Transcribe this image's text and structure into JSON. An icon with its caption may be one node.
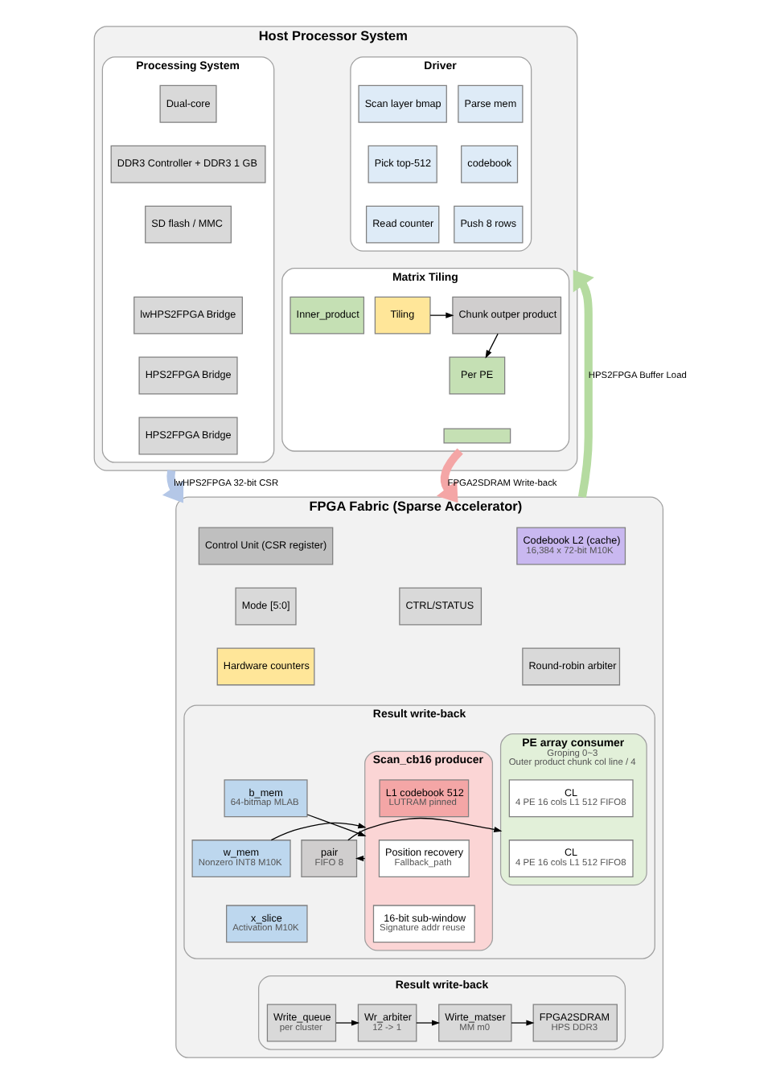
{
  "diagram": {
    "nodes": [
      {
        "text": [
          "Host Processor System"
        ]
      },
      {
        "text": [
          "Processing System"
        ],
        "in": 0
      },
      {
        "text": [
          "Dual-core"
        ],
        "in": 1
      },
      {
        "text": [
          "DDR3 Controller + DDR3 1 GB"
        ],
        "in": 1
      },
      {
        "text": [
          "SD flash / MMC"
        ],
        "in": 1
      },
      {
        "text": [
          "lwHPS2FPGA Bridge"
        ],
        "in": 1
      },
      {
        "text": [
          "HPS2FPGA Bridge"
        ],
        "in": 1
      },
      {
        "text": [
          "HPS2FPGA Bridge"
        ],
        "in": 1
      },
      {
        "text": [
          "Driver"
        ],
        "in": 0
      },
      {
        "text": [
          "Parse mem"
        ],
        "in": 8
      },
      {
        "text": [
          "Scan layer bmap"
        ],
        "in": 8
      },
      {
        "text": [
          "codebook"
        ],
        "in": 8
      },
      {
        "text": [
          "Pick top-512"
        ],
        "in": 8
      },
      {
        "text": [
          "Push 8 rows"
        ],
        "in": 8
      },
      {
        "text": [
          "Read counter"
        ],
        "in": 8
      },
      {
        "text": [
          "Matrix Tiling"
        ],
        "in": 0
      },
      {
        "text": [
          "Tiling"
        ],
        "in": 15
      },
      {
        "text": [
          "Chunk outper product"
        ],
        "in": 15
      },
      {
        "text": [
          "Inner_product"
        ],
        "in": 15
      },
      {
        "text": [
          "Per PE"
        ],
        "in": 15
      },
      {
        "text": [],
        "shape": "box",
        "in": 15
      },
      {
        "text": [
          "FPGA Fabric (Sparse Accelerator)"
        ]
      },
      {
        "text": [
          "Control Unit (CSR register)"
        ],
        "in": 21
      },
      {
        "text": [
          "Mode [5:0]"
        ],
        "in": 21
      },
      {
        "text": [
          "CTRL/STATUS"
        ],
        "in": 21
      },
      {
        "text": [
          "Hardware counters"
        ],
        "in": 21
      },
      {
        "text": [
          "Codebook L2 (cache)",
          "16,384 x 72-bit M10K"
        ],
        "in": 21
      },
      {
        "text": [
          "Round-robin arbiter"
        ],
        "in": 21
      },
      {
        "text": [
          "Result write-back"
        ],
        "in": 21
      },
      {
        "text": [
          "b_mem",
          "64-bitmap MLAB"
        ],
        "in": 28
      },
      {
        "text": [
          "w_mem",
          "Nonzero INT8 M10K"
        ],
        "in": 28
      },
      {
        "text": [
          "x_slice",
          "Activation M10K"
        ],
        "in": 28
      },
      {
        "text": [
          "Scan_cb16 producer"
        ],
        "in": 28
      },
      {
        "text": [
          "L1 codebook 512",
          "LUTRAM pinned"
        ],
        "in": 32
      },
      {
        "text": [
          "Position recovery",
          "Fallback_path"
        ],
        "in": 32
      },
      {
        "text": [
          "16-bit sub-window",
          "Signature addr reuse"
        ],
        "in": 32
      },
      {
        "text": [
          "pair",
          "FIFO 8"
        ],
        "in": 28
      },
      {
        "text": [
          "PE array consumer",
          "Groping 0~3",
          "Outer product chunk col line / 4"
        ],
        "in": 28
      },
      {
        "text": [
          "CL",
          "4 PE 16 cols L1 512 FIFO8"
        ],
        "in": 37
      },
      {
        "text": [
          "CL",
          "4 PE 16 cols L1 512 FIFO8"
        ],
        "in": 37
      },
      {
        "text": [
          "Result write-back"
        ],
        "in": 21
      },
      {
        "text": [
          "Write_queue",
          "per cluster"
        ],
        "in": 40
      },
      {
        "text": [
          "Wr_arbiter",
          "12 -> 1"
        ],
        "in": 40
      },
      {
        "text": [
          "Wirte_matser",
          "MM m0"
        ],
        "in": 40
      },
      {
        "text": [
          "FPGA2SDRAM",
          "HPS DDR3"
        ],
        "in": 40
      }
    ],
    "edges": [
      {
        "from": 0,
        "to": 21,
        "arrow": "to",
        "label": "lwHPS2FPGA 32-bit CSR",
        "style": "thick",
        "color": "#b4c7e7"
      },
      {
        "from": 21,
        "to": 0,
        "arrow": "to",
        "label": "HPS2FPGA Buffer Load",
        "style": "thick",
        "color": "#b5dba0"
      },
      {
        "from": 15,
        "to": 21,
        "arrow": "to",
        "label": "FPGA2SDRAM Write-back",
        "style": "thick",
        "color": "#f4a6a6"
      },
      {
        "from": 16,
        "to": 17,
        "arrow": "to"
      },
      {
        "from": 17,
        "to": 19,
        "arrow": "to"
      },
      {
        "from": 29,
        "to": 32,
        "arrow": "to"
      },
      {
        "from": 30,
        "to": 32,
        "arrow": "to"
      },
      {
        "from": 32,
        "to": 36,
        "arrow": "to"
      },
      {
        "from": 36,
        "to": 37,
        "arrow": "to"
      },
      {
        "from": 41,
        "to": 42,
        "arrow": "to"
      },
      {
        "from": 42,
        "to": 43,
        "arrow": "to"
      },
      {
        "from": 43,
        "to": 44,
        "arrow": "to"
      }
    ]
  }
}
